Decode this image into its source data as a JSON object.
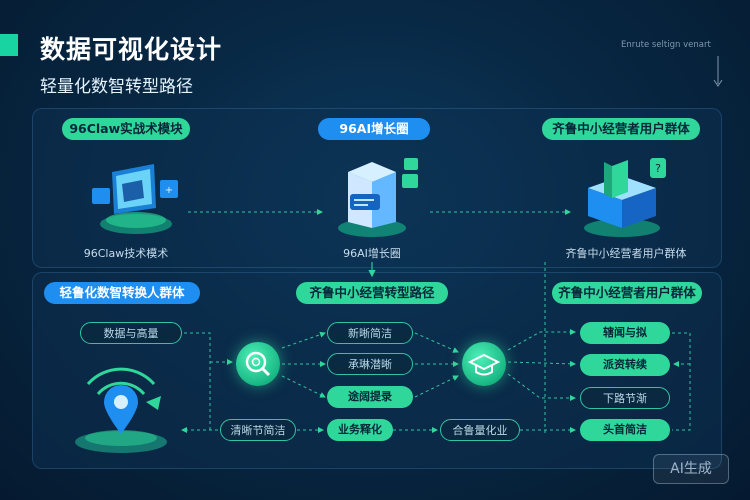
{
  "header": {
    "title": "数据可视化设计",
    "subtitle": "轻量化数智转型路径",
    "corner_note": "Enrute seltign venart"
  },
  "top_row": {
    "modules": [
      {
        "label": "96Claw实战术模块",
        "caption": "96Claw技术模术"
      },
      {
        "label": "96AI增长圈",
        "caption": "96AI增长圈"
      },
      {
        "label": "齐鲁中小经营者用户群体",
        "caption": "齐鲁中小经营者用户群体"
      }
    ]
  },
  "bottom_row": {
    "left_title": "轻鲁化数智转换人群体",
    "center_title": "齐鲁中小经营转型路径",
    "right_title": "齐鲁中小经营者用户群体",
    "left_nodes": [
      "数据与高量",
      "清晰节简洁"
    ],
    "center_nodes": [
      "新晰简洁",
      "承琳潜晰",
      "途阔提录",
      "业务释化",
      "合鲁量化业"
    ],
    "right_nodes": [
      "辖闻与拟",
      "派资转续",
      "下路节渐",
      "头首简洁"
    ]
  },
  "watermark": "AI生成",
  "colors": {
    "accent_green": "#2fd79a",
    "accent_blue": "#1f8ef1",
    "background": "#082844"
  },
  "icons": {
    "top_left": "data-screen-icon",
    "top_center": "server-database-icon",
    "top_right": "building-cube-icon",
    "bottom_left": "location-pin-wifi-icon",
    "center_1": "search-magnifier-icon",
    "center_2": "graduation-cap-icon"
  }
}
